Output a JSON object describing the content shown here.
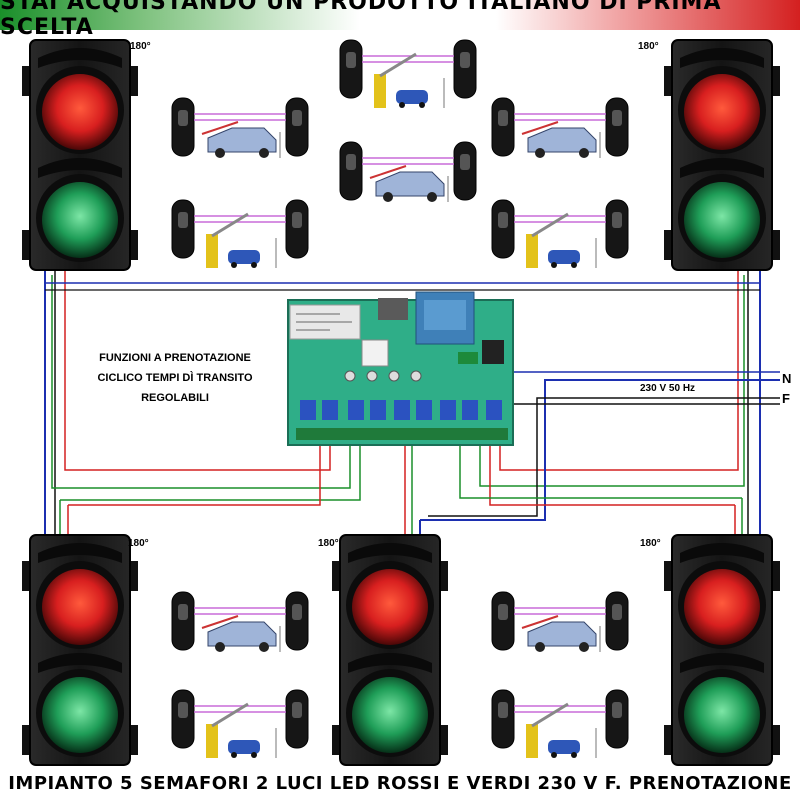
{
  "header": {
    "title": "STAI ACQUISTANDO UN PRODOTTO ITALIANO DI PRIMA SCELTA"
  },
  "footer": {
    "title": "IMPIANTO 5 SEMAFORI 2 LUCI LED ROSSI E VERDI 230 V F. PRENOTAZIONE"
  },
  "functions": {
    "line1": "FUNZIONI A PRENOTAZIONE",
    "line2": "CICLICO TEMPI DÌ TRANSITO",
    "line3": "REGOLABILI"
  },
  "power": {
    "supply": "230 V 50 Hz",
    "neutral": "N",
    "phase": "F"
  },
  "rotation": {
    "label": "180°"
  },
  "colors": {
    "red_wire": "#d42020",
    "green_wire": "#1a8f2a",
    "blue_wire": "#1c2fb0",
    "black_wire": "#111111",
    "housing": "#1b1b1b",
    "pcb": "#2fae88"
  }
}
